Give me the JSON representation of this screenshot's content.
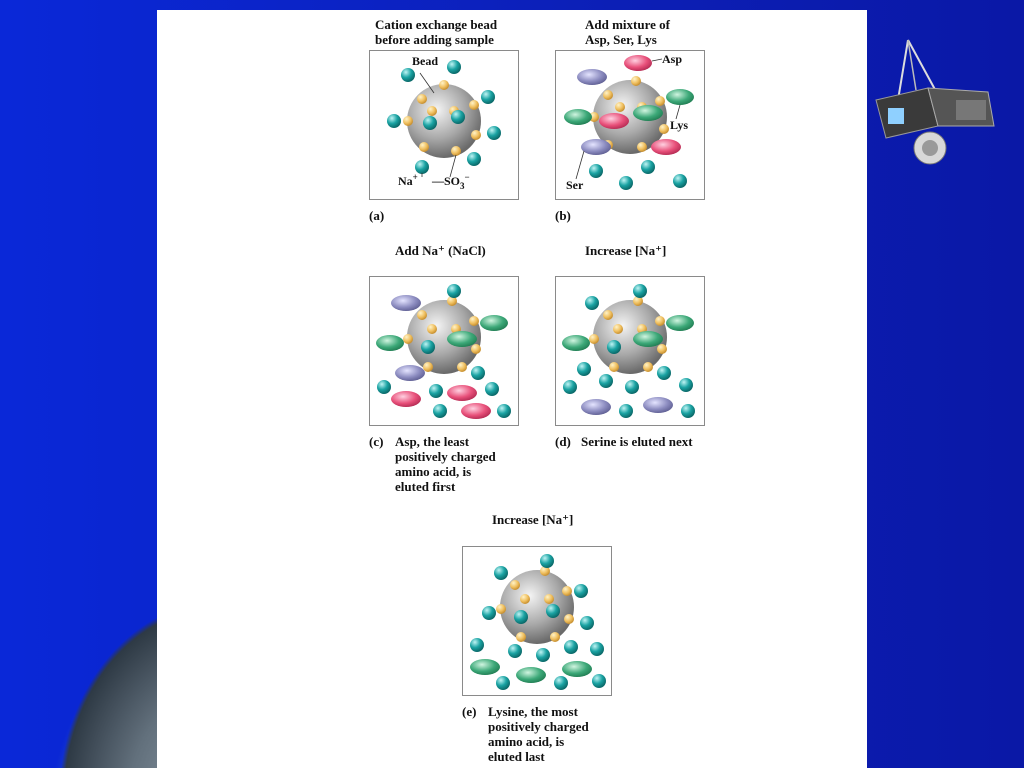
{
  "panels": {
    "a": {
      "title": "Cation exchange bead\nbefore adding sample",
      "tag": "(a)",
      "caption": "",
      "labels": {
        "bead": "Bead",
        "na": "Na",
        "na_sup": "+",
        "so3": "—SO",
        "so3_sub": "3",
        "so3_sup": "−"
      }
    },
    "b": {
      "title": "Add mixture of\nAsp, Ser, Lys",
      "tag": "(b)",
      "caption": "",
      "labels": {
        "asp": "Asp",
        "lys": "Lys",
        "ser": "Ser"
      }
    },
    "c": {
      "title": "Add Na⁺ (NaCl)",
      "tag": "(c)",
      "caption": "Asp, the least\npositively charged\namino acid, is\neluted first"
    },
    "d": {
      "title": "Increase [Na⁺]",
      "tag": "(d)",
      "caption": "Serine is eluted next"
    },
    "e": {
      "title": "Increase [Na⁺]",
      "tag": "(e)",
      "caption": "Lysine, the most\npositively charged\namino acid, is\neluted last"
    }
  },
  "colors": {
    "na": "#1aa3a3",
    "so3": "#f0c060",
    "asp": "#e8507a",
    "ser": "#8c8cc0",
    "lys": "#3ca878",
    "bead": "#a8a8a8",
    "background_blue": "#0c1fb6"
  },
  "icons": [
    "earth-image",
    "satellite-image"
  ]
}
